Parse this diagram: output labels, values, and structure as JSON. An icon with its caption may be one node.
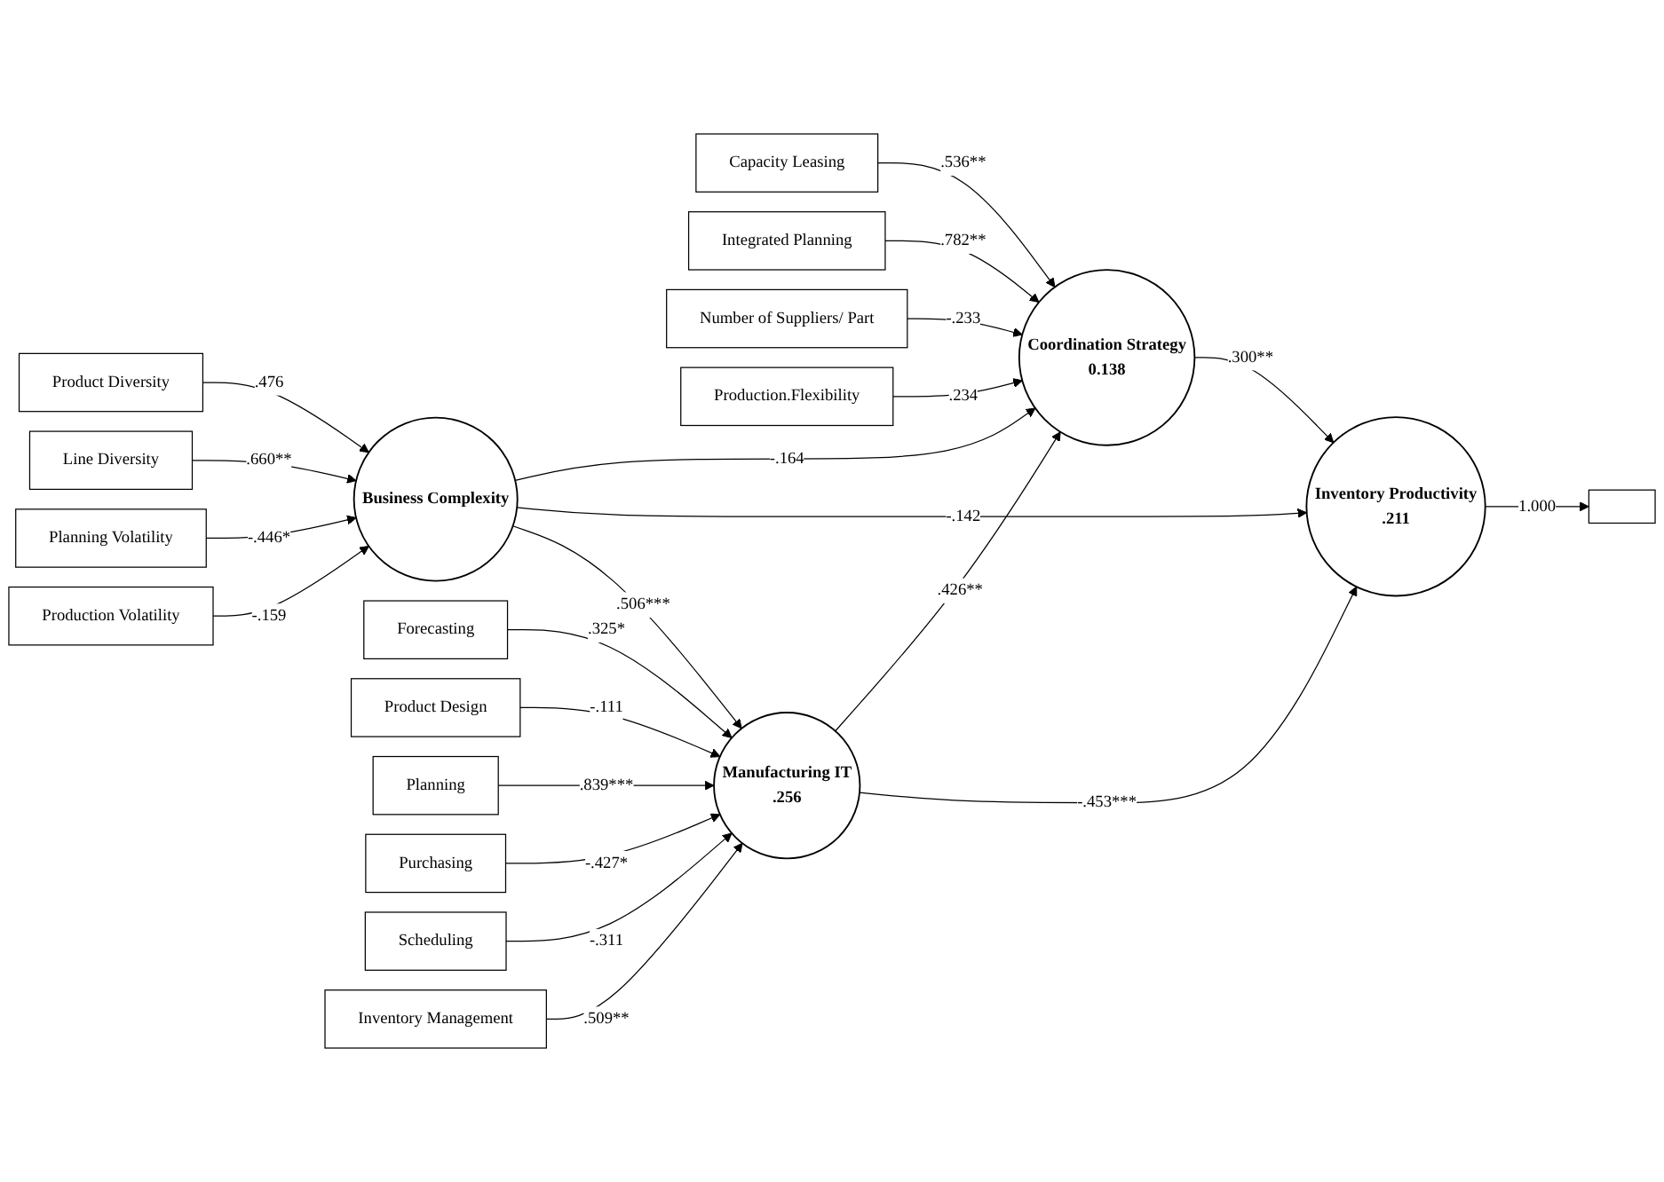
{
  "diagram": {
    "nodes": [
      {
        "text": [
          "Capacity Leasing"
        ]
      },
      {
        "text": [
          "Integrated Planning"
        ]
      },
      {
        "text": [
          "Product Diversity"
        ]
      },
      {
        "text": [
          "Number of Suppliers/ Part"
        ]
      },
      {
        "text": [
          "Production.Flexibility"
        ]
      },
      {
        "text": [
          "Coordination Strategy",
          "0.138"
        ]
      },
      {
        "text": [
          "Line Diversity"
        ]
      },
      {
        "text": [
          "Business Complexity"
        ]
      },
      {
        "text": [
          "Inventory Productivity",
          ".211"
        ]
      },
      {
        "text": [],
        "shape": "box"
      },
      {
        "text": [
          "Manufacturing IT",
          ".256"
        ]
      },
      {
        "text": [
          "Planning Volatility"
        ]
      },
      {
        "text": [
          "Forecasting"
        ]
      },
      {
        "text": [
          "Product Design"
        ]
      },
      {
        "text": [
          "Planning"
        ]
      },
      {
        "text": [
          "Production Volatility"
        ]
      },
      {
        "text": [
          "Purchasing"
        ]
      },
      {
        "text": [
          "Scheduling"
        ]
      },
      {
        "text": [
          "Inventory Management"
        ]
      }
    ],
    "edges": [
      {
        "from": 0,
        "to": 5,
        "arrow": "to",
        "label": ".536**"
      },
      {
        "from": 1,
        "to": 5,
        "arrow": "to",
        "label": ".782**"
      },
      {
        "from": 3,
        "to": 5,
        "arrow": "to",
        "label": "-.233"
      },
      {
        "from": 4,
        "to": 5,
        "arrow": "to",
        "label": ".234"
      },
      {
        "from": 2,
        "to": 7,
        "arrow": "to",
        "label": ".476"
      },
      {
        "from": 6,
        "to": 7,
        "arrow": "to",
        "label": ".660**"
      },
      {
        "from": 11,
        "to": 7,
        "arrow": "to",
        "label": "-.446*"
      },
      {
        "from": 15,
        "to": 7,
        "arrow": "to",
        "label": "-.159"
      },
      {
        "from": 7,
        "to": 5,
        "arrow": "to",
        "label": "-.164"
      },
      {
        "from": 5,
        "to": 8,
        "arrow": "to",
        "label": ".300**"
      },
      {
        "from": 10,
        "to": 5,
        "arrow": "to",
        "label": ".426**"
      },
      {
        "from": 7,
        "to": 8,
        "arrow": "to",
        "label": "-.142"
      },
      {
        "from": 7,
        "to": 10,
        "arrow": "to",
        "label": ".506***"
      },
      {
        "from": 10,
        "to": 8,
        "arrow": "to",
        "label": "-.453***"
      },
      {
        "from": 8,
        "to": 9,
        "arrow": "to",
        "label": "1.000"
      },
      {
        "from": 12,
        "to": 10,
        "arrow": "to",
        "label": ".325*"
      },
      {
        "from": 14,
        "to": 10,
        "arrow": "to",
        "label": ".839***"
      },
      {
        "from": 17,
        "to": 10,
        "arrow": "to",
        "label": "-.311"
      },
      {
        "from": 18,
        "to": 10,
        "arrow": "to",
        "label": ".509**"
      },
      {
        "from": 16,
        "to": 10,
        "arrow": "to",
        "label": "-.427*"
      },
      {
        "from": 13,
        "to": 10,
        "arrow": "to",
        "label": "-.111"
      }
    ]
  }
}
